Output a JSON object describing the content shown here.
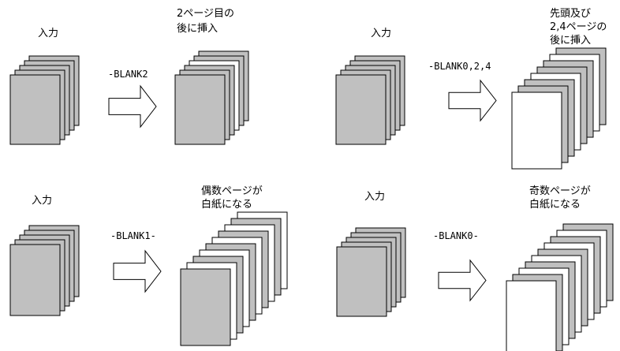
{
  "colors": {
    "page_gray": "#c0c0c0",
    "page_white": "#ffffff",
    "outline": "#000000"
  },
  "icons": {
    "arrow": "right-arrow-outline"
  },
  "panels": [
    {
      "input_label": "入力",
      "option": "-BLANK2",
      "result_label": [
        "2ページ目の",
        "後に挿入"
      ],
      "input_pages": [
        "gray",
        "gray",
        "gray",
        "gray",
        "gray"
      ],
      "output_pages": [
        "gray",
        "gray",
        "gray",
        "white",
        "gray",
        "gray"
      ]
    },
    {
      "input_label": "入力",
      "option": "-BLANK0,2,4",
      "result_label": [
        "先頭及び",
        "2,4ページの",
        "後に挿入"
      ],
      "input_pages": [
        "gray",
        "gray",
        "gray",
        "gray",
        "gray"
      ],
      "output_pages": [
        "white",
        "gray",
        "gray",
        "white",
        "gray",
        "gray",
        "white",
        "gray"
      ]
    },
    {
      "input_label": "入力",
      "option": "-BLANK1-",
      "result_label": [
        "偶数ページが",
        "白紙になる"
      ],
      "input_pages": [
        "gray",
        "gray",
        "gray",
        "gray",
        "gray"
      ],
      "output_pages": [
        "gray",
        "white",
        "gray",
        "white",
        "gray",
        "white",
        "gray",
        "white",
        "gray",
        "white"
      ]
    },
    {
      "input_label": "入力",
      "option": "-BLANK0-",
      "result_label": [
        "奇数ページが",
        "白紙になる"
      ],
      "input_pages": [
        "gray",
        "gray",
        "gray",
        "gray",
        "gray"
      ],
      "output_pages": [
        "white",
        "gray",
        "white",
        "gray",
        "white",
        "gray",
        "white",
        "gray",
        "white",
        "gray"
      ]
    }
  ]
}
